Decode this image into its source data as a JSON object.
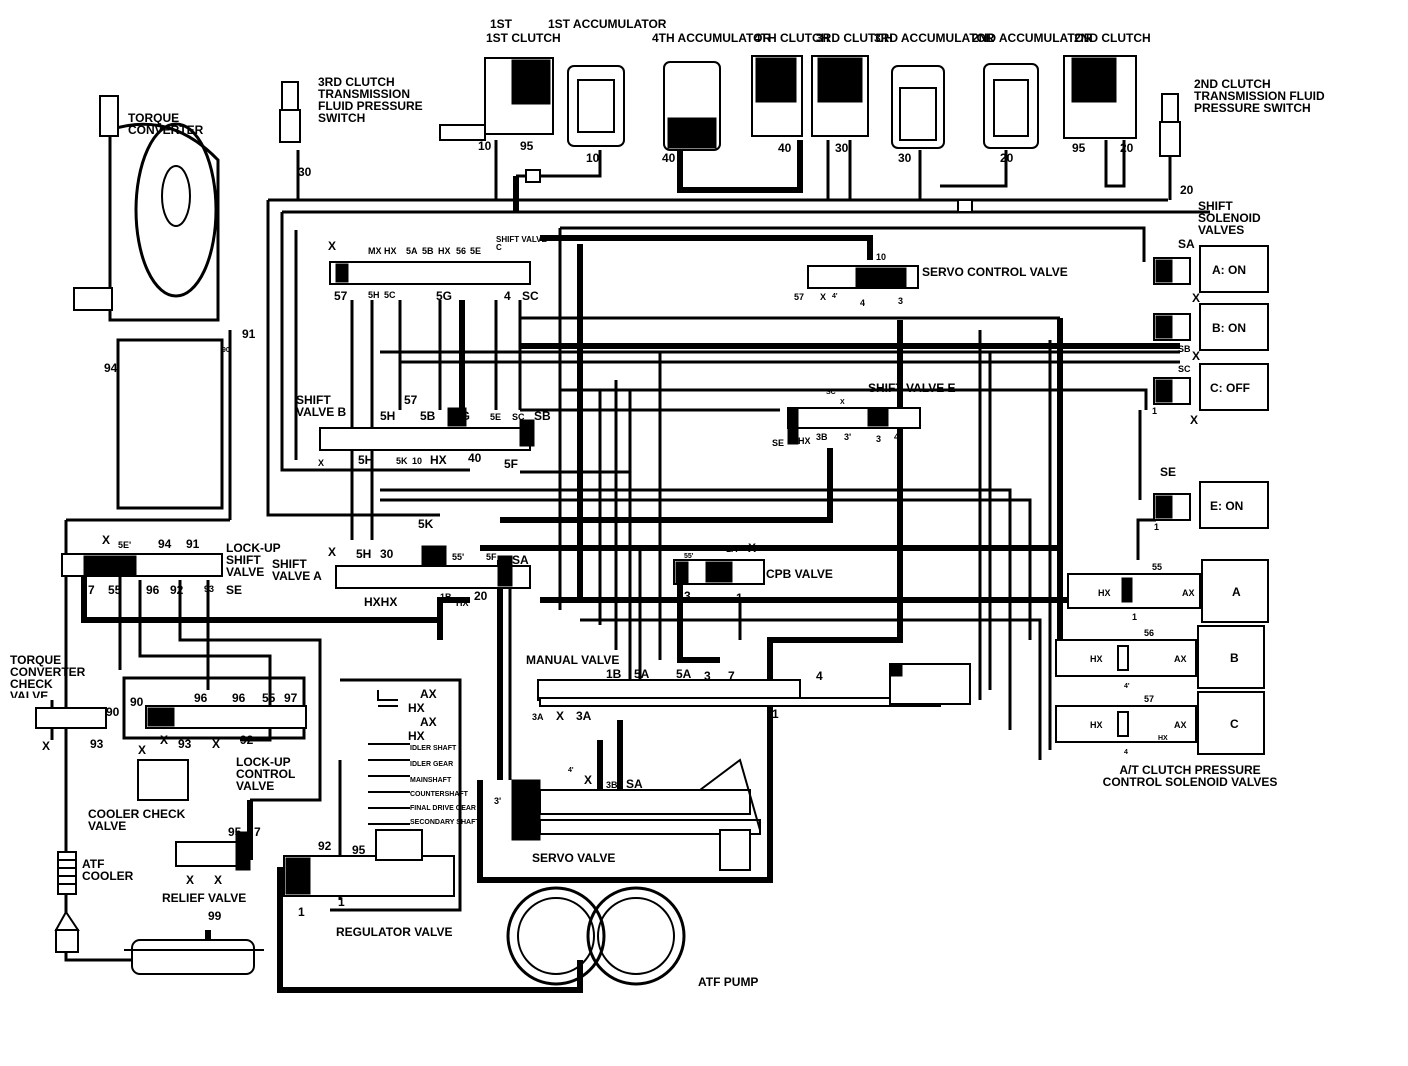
{
  "clutches_top": [
    {
      "label": "1ST CLUTCH",
      "code": "10"
    },
    {
      "label": "1ST ACCUMULATOR",
      "code": "10"
    },
    {
      "label": "4TH ACCUMULATOR",
      "code": "40"
    },
    {
      "label": "4TH CLUTCH",
      "code": "40"
    },
    {
      "label": "3RD CLUTCH",
      "code": "30"
    },
    {
      "label": "3RD ACCUMULATOR",
      "code": "30"
    },
    {
      "label": "2ND ACCUMULATOR",
      "code": "20"
    },
    {
      "label": "2ND CLUTCH",
      "code": "20"
    }
  ],
  "clutch_extra_code": "95",
  "switch_3rd": {
    "label": "3RD CLUTCH TRANSMISSION FLUID PRESSURE SWITCH",
    "code": "30"
  },
  "switch_2nd": {
    "label": "2ND CLUTCH TRANSMISSION FLUID PRESSURE SWITCH",
    "code": "20"
  },
  "torque_converter": "TORQUE CONVERTER",
  "shift_solenoids": {
    "title": "SHIFT SOLENOID VALVES",
    "items": [
      {
        "state": "A: ON",
        "port": "SA"
      },
      {
        "state": "B: ON",
        "port": "SB"
      },
      {
        "state": "C: OFF",
        "port": "SC"
      },
      {
        "state": "E: ON",
        "port": "SE"
      }
    ]
  },
  "servo_control_valve": "SERVO CONTROL VALVE",
  "shift_valve_b": "SHIFT VALVE B",
  "shift_valve_c": "SHIFT VALVE C",
  "shift_valve_e": "SHIFT VALVE E",
  "shift_valve_a": "SHIFT VALVE A",
  "lockup_shift_valve": "LOCK-UP SHIFT VALVE",
  "cpb_valve": "CPB VALVE",
  "manual_valve": "MANUAL VALVE",
  "tc_check_valve": "TORQUE CONVERTER CHECK VALVE",
  "lockup_control_valve": "LOCK-UP CONTROL VALVE",
  "cooler_check_valve": "COOLER CHECK VALVE",
  "atf_cooler": "ATF COOLER",
  "relief_valve": "RELIEF VALVE",
  "regulator_valve": "REGULATOR VALVE",
  "servo_valve": "SERVO VALVE",
  "atf_pump": "ATF PUMP",
  "at_clutch_solenoids": {
    "title": "A/T CLUTCH PRESSURE CONTROL SOLENOID VALVES",
    "items": [
      "A",
      "B",
      "C"
    ],
    "codes": [
      "55",
      "56",
      "57"
    ]
  },
  "lube_legend": [
    "AX",
    "HX",
    "AX",
    "HX",
    "IDLER SHAFT",
    "IDLER GEAR",
    "MAINSHAFT",
    "COUNTERSHAFT",
    "FINAL DRIVE GEAR",
    "SECONDARY SHAFT"
  ],
  "port_codes": {
    "shift_c_top": [
      "X",
      "MX",
      "HX",
      "5A",
      "5B",
      "HX",
      "56",
      "5E"
    ],
    "shift_c_bottom": [
      "57",
      "5H",
      "5C",
      "5G",
      "4",
      "SC"
    ],
    "shift_b_top": [
      "5H",
      "57",
      "5B",
      "5G",
      "5E",
      "SC",
      "SB"
    ],
    "shift_b_bottom": [
      "X",
      "5H",
      "5K",
      "10",
      "HX",
      "40",
      "5F"
    ],
    "shift_a": [
      "X",
      "5H",
      "30",
      "1A",
      "55'",
      "5F",
      "SA",
      "HXHX",
      "1B",
      "HX",
      "20",
      "5K"
    ],
    "shift_e": [
      "SC",
      "X",
      "SE",
      "HX",
      "3B",
      "3'",
      "3",
      "4"
    ],
    "servo_ctrl": [
      "10",
      "57",
      "X",
      "4'",
      "4",
      "3"
    ],
    "cpb": [
      "55'",
      "1A",
      "X",
      "3",
      "1"
    ],
    "lockup": [
      "X",
      "5E'",
      "94",
      "91",
      "7",
      "55",
      "96",
      "92",
      "93",
      "SE"
    ],
    "tc_top": [
      "94",
      "90",
      "91"
    ],
    "lockup_ctrl": [
      "90",
      "96",
      "96",
      "55",
      "97",
      "X",
      "93",
      "X",
      "X",
      "92"
    ],
    "cooler_side": [
      "90",
      "93",
      "X"
    ],
    "relief": [
      "95",
      "7",
      "X",
      "X"
    ],
    "regulator": [
      "92",
      "95",
      "1",
      "1",
      "99"
    ],
    "manual": [
      "1B",
      "5A",
      "5A",
      "3",
      "7",
      "4",
      "3A",
      "X",
      "3A",
      "1"
    ],
    "servo": [
      "3'",
      "4'",
      "X",
      "3B",
      "SA"
    ],
    "sol_a": [
      "55",
      "HX",
      "AX",
      "1"
    ],
    "sol_b": [
      "56",
      "HX",
      "AX",
      "4'"
    ],
    "sol_c": [
      "57",
      "HX",
      "HX",
      "AX",
      "4"
    ],
    "sol_side": [
      "X",
      "X",
      "1",
      "X",
      "1"
    ]
  }
}
